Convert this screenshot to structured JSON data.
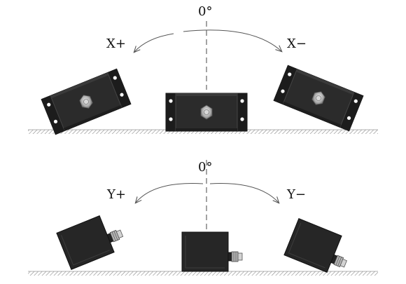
{
  "top_panel": {
    "center_label": "0°",
    "left_label": "X+",
    "right_label": "X−"
  },
  "bottom_panel": {
    "center_label": "0°",
    "left_label": "Y+",
    "right_label": "Y−"
  },
  "colors": {
    "body_dark": "#2b2b2b",
    "body_edge": "#111111",
    "ground_hatch": "#9a9a9a",
    "arc_line": "#555555"
  }
}
